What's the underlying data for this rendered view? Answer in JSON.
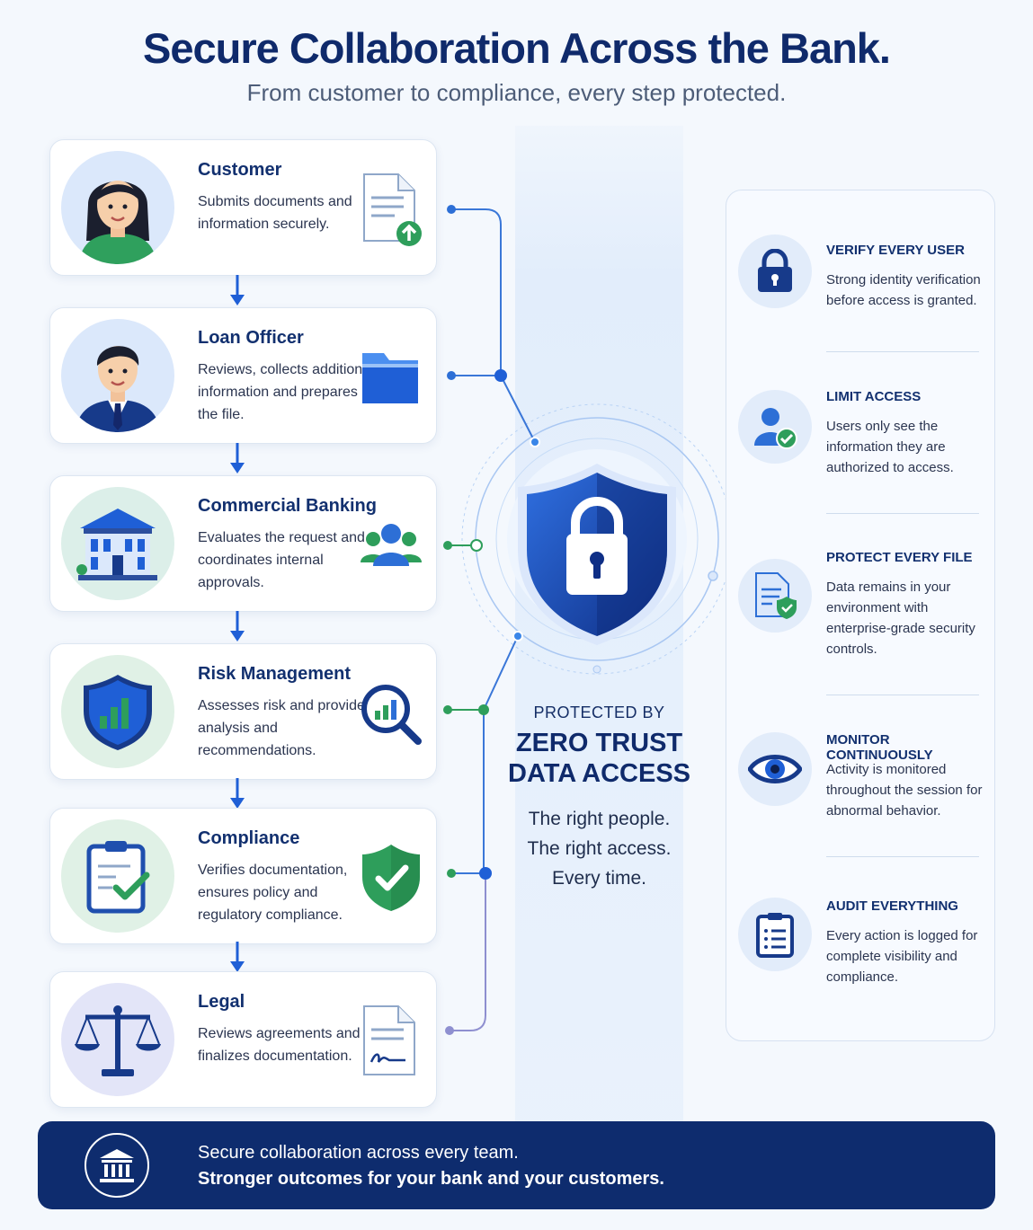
{
  "header": {
    "title": "Secure Collaboration Across the Bank.",
    "subtitle": "From customer to compliance, every step protected."
  },
  "workflow": [
    {
      "title": "Customer",
      "description": "Submits documents and information securely.",
      "icon": "document-upload-icon",
      "avatar": "customer-avatar"
    },
    {
      "title": "Loan Officer",
      "description": "Reviews, collects additional information and prepares the file.",
      "icon": "folder-icon",
      "avatar": "loan-officer-avatar"
    },
    {
      "title": "Commercial Banking",
      "description": "Evaluates the request and coordinates internal approvals.",
      "icon": "team-icon",
      "avatar": "bank-building-icon"
    },
    {
      "title": "Risk Management",
      "description": "Assesses risk and provides analysis and recommendations.",
      "icon": "magnifier-chart-icon",
      "avatar": "shield-chart-icon"
    },
    {
      "title": "Compliance",
      "description": "Verifies documentation, ensures policy and regulatory compliance.",
      "icon": "shield-check-icon",
      "avatar": "clipboard-check-icon"
    },
    {
      "title": "Legal",
      "description": "Reviews agreements and finalizes documentation.",
      "icon": "signed-document-icon",
      "avatar": "scales-icon"
    }
  ],
  "center": {
    "protected_by": "PROTECTED BY",
    "headline_1": "ZERO TRUST",
    "headline_2": "DATA ACCESS",
    "tagline_1": "The right people.",
    "tagline_2": "The right access.",
    "tagline_3": "Every time.",
    "icon": "shield-lock-icon"
  },
  "features": [
    {
      "title": "VERIFY EVERY USER",
      "description": "Strong identity verification before access is granted.",
      "icon": "lock-icon"
    },
    {
      "title": "LIMIT ACCESS",
      "description": "Users only see the information they are authorized to access.",
      "icon": "user-check-icon"
    },
    {
      "title": "PROTECT EVERY FILE",
      "description": "Data remains in your environment with enterprise-grade security controls.",
      "icon": "file-shield-icon"
    },
    {
      "title": "MONITOR CONTINUOUSLY",
      "description": "Activity is monitored throughout the session for abnormal behavior.",
      "icon": "eye-icon"
    },
    {
      "title": "AUDIT EVERYTHING",
      "description": "Every action is logged for complete visibility and compliance.",
      "icon": "clipboard-list-icon"
    }
  ],
  "footer": {
    "line_1": "Secure collaboration across every team.",
    "line_2": "Stronger outcomes for your bank and your customers.",
    "icon": "bank-icon"
  },
  "colors": {
    "navy": "#0f2a6b",
    "blue": "#1f5fd6",
    "green": "#2e9e5b",
    "footer_bg": "#0e2c6e"
  }
}
